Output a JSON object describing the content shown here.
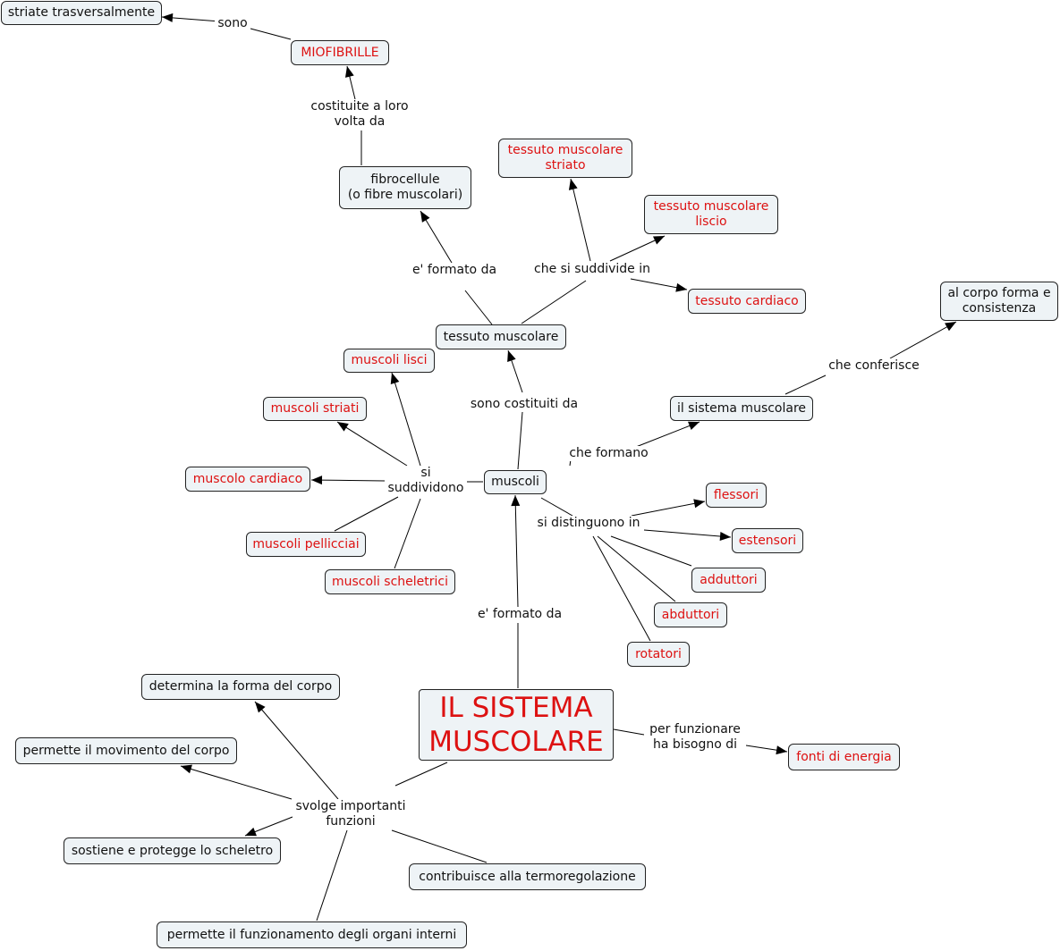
{
  "colors": {
    "node_fill": "#eef3f6",
    "node_border": "#222222",
    "highlight_text": "#dd1111",
    "line": "#000000"
  },
  "nodes": {
    "main": "IL SISTEMA\nMUSCOLARE",
    "muscoli": "muscoli",
    "tessuto_muscolare": "tessuto muscolare",
    "fibrocellule": "fibrocellule\n(o fibre muscolari)",
    "miofibrille": "MIOFIBRILLE",
    "striate": "striate trasversalmente",
    "tessuto_striato": "tessuto muscolare\nstriato",
    "tessuto_liscio": "tessuto muscolare\nliscio",
    "tessuto_cardiaco": "tessuto cardiaco",
    "sistema_muscolare": "il sistema muscolare",
    "al_corpo": "al corpo forma e\nconsistenza",
    "muscoli_lisci": "muscoli lisci",
    "muscoli_striati": "muscoli striati",
    "muscolo_cardiaco": "muscolo cardiaco",
    "muscoli_pellicciai": "muscoli pellicciai",
    "muscoli_scheletrici": "muscoli scheletrici",
    "flessori": "flessori",
    "estensori": "estensori",
    "adduttori": "adduttori",
    "abduttori": "abduttori",
    "rotatori": "rotatori",
    "fonti_energia": "fonti di energia",
    "determina": "determina la forma del corpo",
    "permette_movimento": "permette il movimento del corpo",
    "sostiene": "sostiene e protegge lo scheletro",
    "termoregolazione": "contribuisce alla termoregolazione",
    "organi_interni": "permette il funzionamento degli organi interni"
  },
  "links": {
    "sono": "sono",
    "costituite": "costituite a loro\nvolta da",
    "formato_fibro": "e' formato da",
    "suddivide": "che si suddivide in",
    "sono_costituiti": "sono costituiti da",
    "conferisce": "che conferisce",
    "formano": "che formano",
    "si_suddividono": "si\nsuddividono",
    "distinguono": "si distinguono in",
    "formato_main": "e' formato da",
    "per_funzionare": "per funzionare\nha bisogno di",
    "svolge": "svolge importanti\nfunzioni"
  }
}
